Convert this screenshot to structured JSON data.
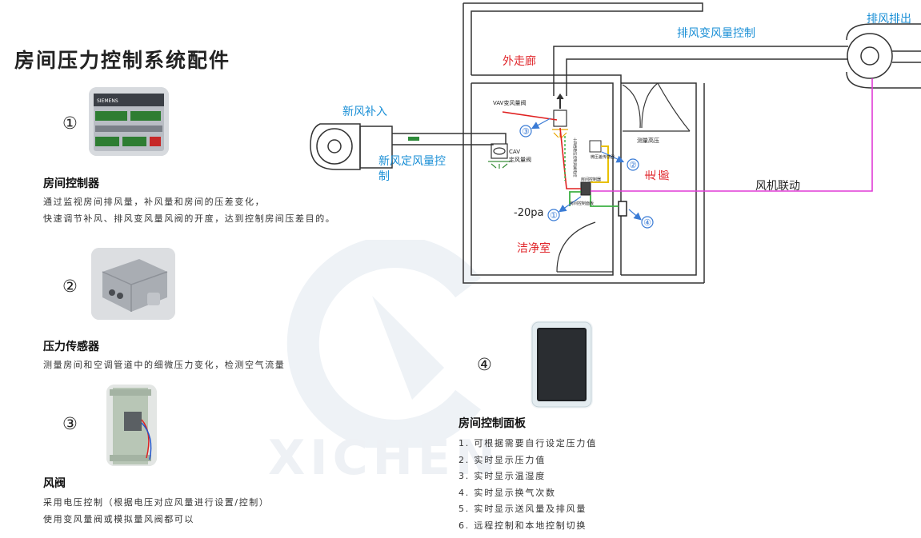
{
  "title": "房间压力控制系统配件",
  "watermark": "XICHEN",
  "components": [
    {
      "num": "①",
      "name": "房间控制器",
      "desc": [
        "通过监视房间排风量，补风量和房间的压差变化，",
        "快速调节补风、排风变风量风阀的开度，达到控制房间压差目的。"
      ],
      "photo_label": "SIEMENS"
    },
    {
      "num": "②",
      "name": "压力传感器",
      "desc": [
        "测量房间和空调管道中的细微压力变化，检测空气流量"
      ]
    },
    {
      "num": "③",
      "name": "风阀",
      "desc": [
        "采用电压控制（根据电压对应风量进行设置/控制）",
        "使用变风量阀或模拟量风阀都可以"
      ]
    },
    {
      "num": "④",
      "name": "房间控制面板",
      "items": [
        "1.  可根据需要自行设定压力值",
        "2.  实时显示压力值",
        "3.  实时显示温湿度",
        "4.  实时显示换气次数",
        "5.  实时显示送风量及排风量",
        "6.  远程控制和本地控制切换"
      ]
    }
  ],
  "diagram": {
    "labels": {
      "outer_corridor": "外走廊",
      "fresh_air_in": "新风补入",
      "fresh_air_const": "新风定风量控制",
      "exhaust_var": "排风变风量控制",
      "exhaust_out": "排风排出",
      "fan_link": "风机联动",
      "corridor": "走廊",
      "clean_room": "洁净室",
      "minus_pressure": "-20pa",
      "vav_exhaust": "VAV变风量阀",
      "cav": "CAV",
      "cav2": "定风量阀",
      "measure_hp": "测量高压",
      "pressure_sensor_small": "微压差传感器",
      "controller_small": "房间控制器",
      "panel_small": "房间控制面板",
      "vertical_small": "十四档稳压控制风阀电控"
    },
    "callouts": [
      "①",
      "②",
      "③",
      "④"
    ],
    "colors": {
      "red_label": "#e0262b",
      "blue_label": "#1a8fd6",
      "magenta_line": "#e03bd6",
      "yellow_line": "#e8c000",
      "green_line": "#3cb043",
      "red_line": "#e02020"
    }
  }
}
